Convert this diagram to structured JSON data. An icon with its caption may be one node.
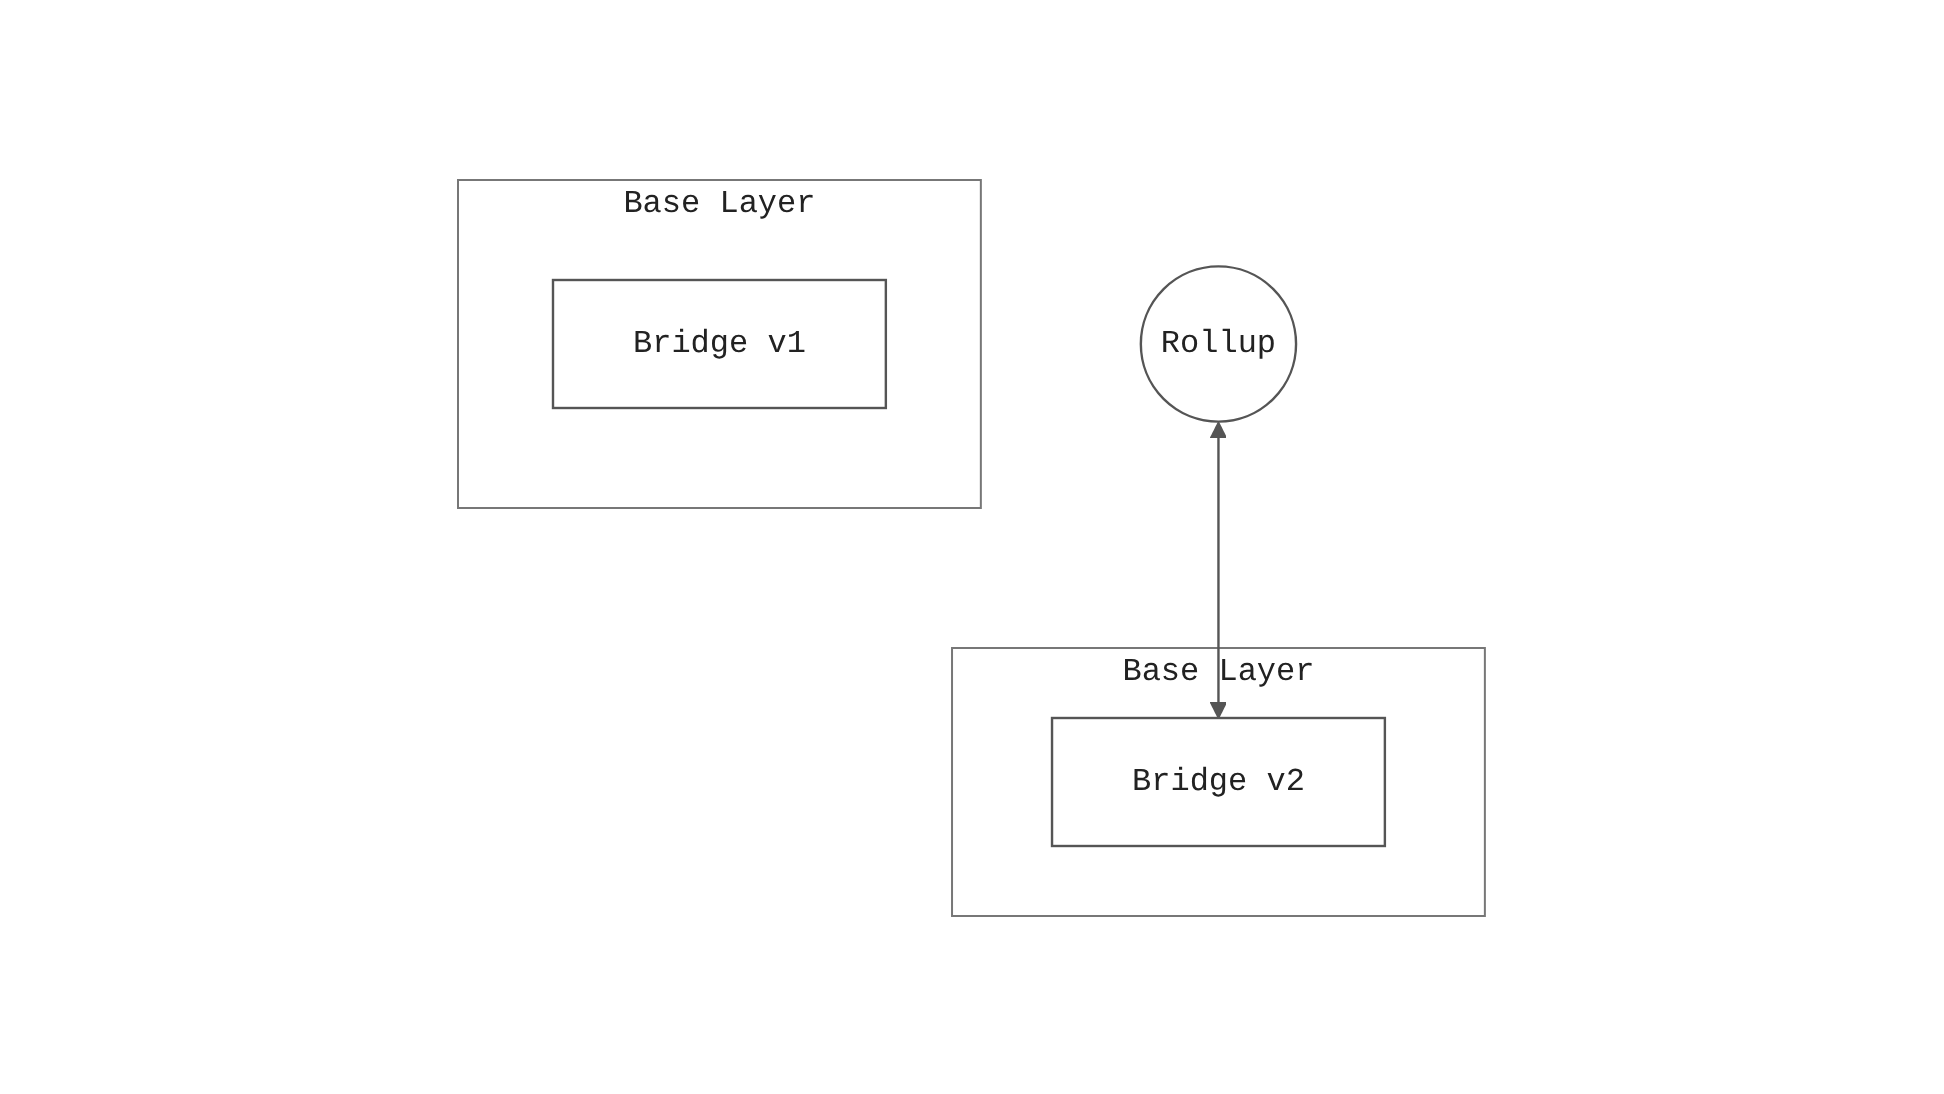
{
  "diagram": {
    "nodes": [
      {
        "text": [
          "Rollup"
        ]
      },
      {
        "text": [
          "Base Layer"
        ]
      },
      {
        "text": [
          "Bridge v1"
        ],
        "in": 1
      },
      {
        "text": [
          "Base Layer"
        ]
      },
      {
        "text": [
          "Bridge v2"
        ],
        "in": 3
      }
    ],
    "edges": [
      {
        "from": 0,
        "to": 4,
        "arrow": "both"
      }
    ]
  }
}
